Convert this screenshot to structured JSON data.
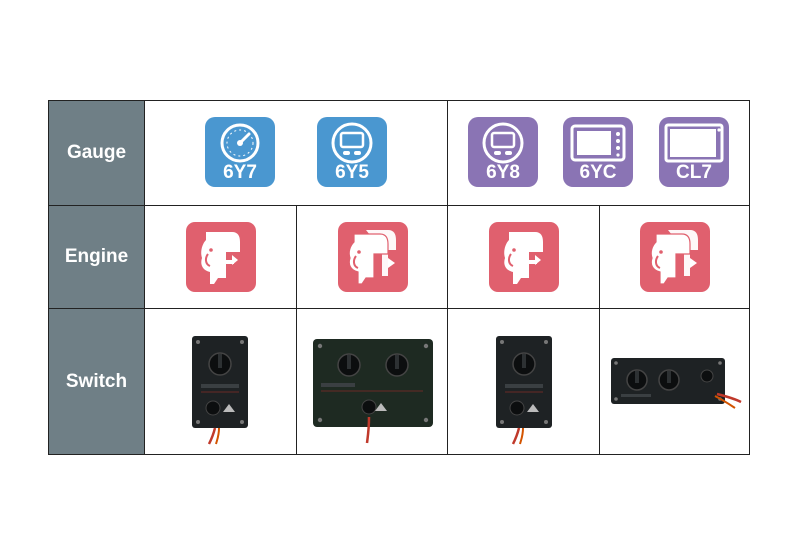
{
  "rows": {
    "gauge": "Gauge",
    "engine": "Engine",
    "switch": "Switch"
  },
  "gauges": [
    {
      "label": "6Y7",
      "icon": "analog-gauge-icon",
      "color": "#4a97d0"
    },
    {
      "label": "6Y5",
      "icon": "digital-gauge-icon",
      "color": "#4a97d0"
    },
    {
      "label": "6Y8",
      "icon": "digital-gauge-icon",
      "color": "#8a74b4"
    },
    {
      "label": "6YC",
      "icon": "multifunction-display-icon",
      "color": "#8a74b4"
    },
    {
      "label": "CL7",
      "icon": "touchscreen-display-icon",
      "color": "#8a74b4"
    }
  ],
  "engines": [
    {
      "icon": "single-outboard-engine-icon"
    },
    {
      "icon": "twin-outboard-engine-icon"
    },
    {
      "icon": "single-outboard-engine-icon"
    },
    {
      "icon": "twin-outboard-engine-icon"
    }
  ],
  "switches": [
    {
      "icon": "single-key-switch-panel-icon"
    },
    {
      "icon": "twin-key-switch-panel-icon"
    },
    {
      "icon": "single-key-switch-panel-icon"
    },
    {
      "icon": "triple-key-switch-panel-icon"
    }
  ],
  "colors": {
    "header_bg": "#6f7f86",
    "engine_red": "#e0606e",
    "panel_black": "#1e2224"
  }
}
